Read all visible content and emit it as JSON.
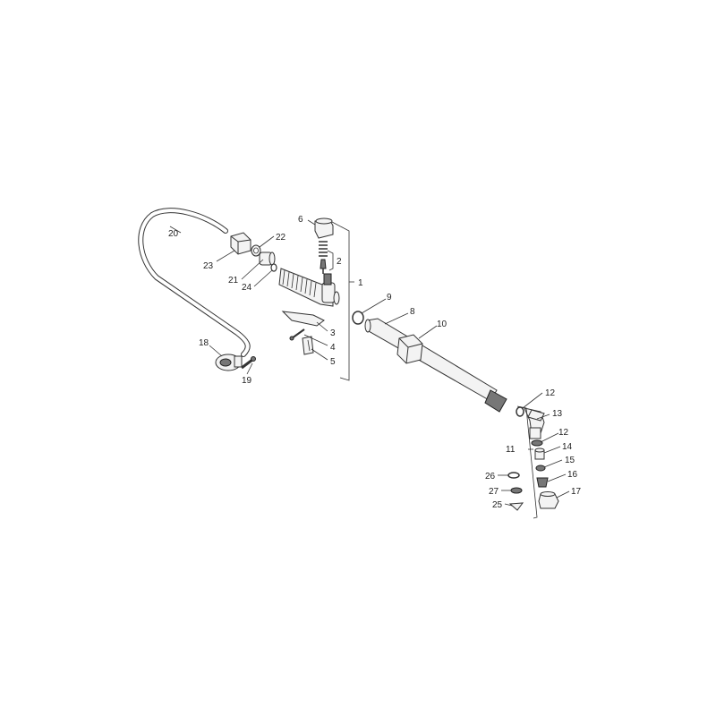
{
  "diagram": {
    "labels": {
      "p1": "1",
      "p2": "2",
      "p3": "3",
      "p4": "4",
      "p5": "5",
      "p6": "6",
      "p8": "8",
      "p9": "9",
      "p10": "10",
      "p11": "11",
      "p12a": "12",
      "p12b": "12",
      "p13": "13",
      "p14": "14",
      "p15": "15",
      "p16": "16",
      "p17": "17",
      "p18": "18",
      "p19": "19",
      "p20": "20",
      "p21": "21",
      "p22": "22",
      "p23": "23",
      "p24": "24",
      "p25": "25",
      "p26": "26",
      "p27": "27"
    }
  }
}
